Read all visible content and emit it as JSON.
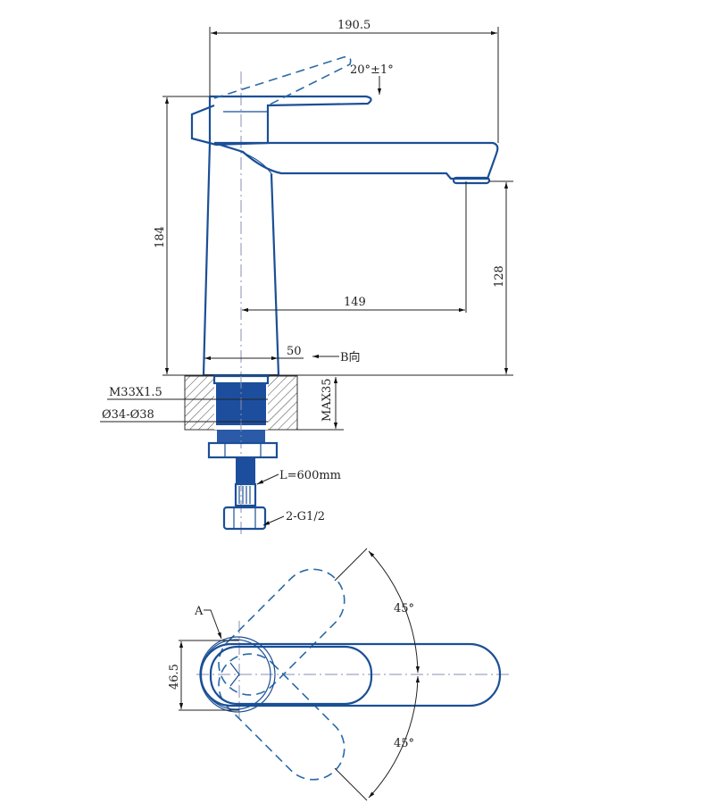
{
  "dimensions": {
    "overall_width": "190.5",
    "lever_angle": "20°±1°",
    "overall_height": "184",
    "spout_height": "128",
    "spout_reach": "149",
    "body_width": "50",
    "view_direction": "B向",
    "thread": "M33X1.5",
    "hole_diameter": "Ø34-Ø38",
    "max_thickness": "MAX35",
    "hose_length": "L=600mm",
    "hose_connection": "2-G1/2",
    "handle_width": "46.5",
    "point_label": "A",
    "rotation_left": "45°",
    "rotation_right": "45°"
  },
  "colors": {
    "part": "#1b4f96",
    "dimension": "#222222"
  }
}
